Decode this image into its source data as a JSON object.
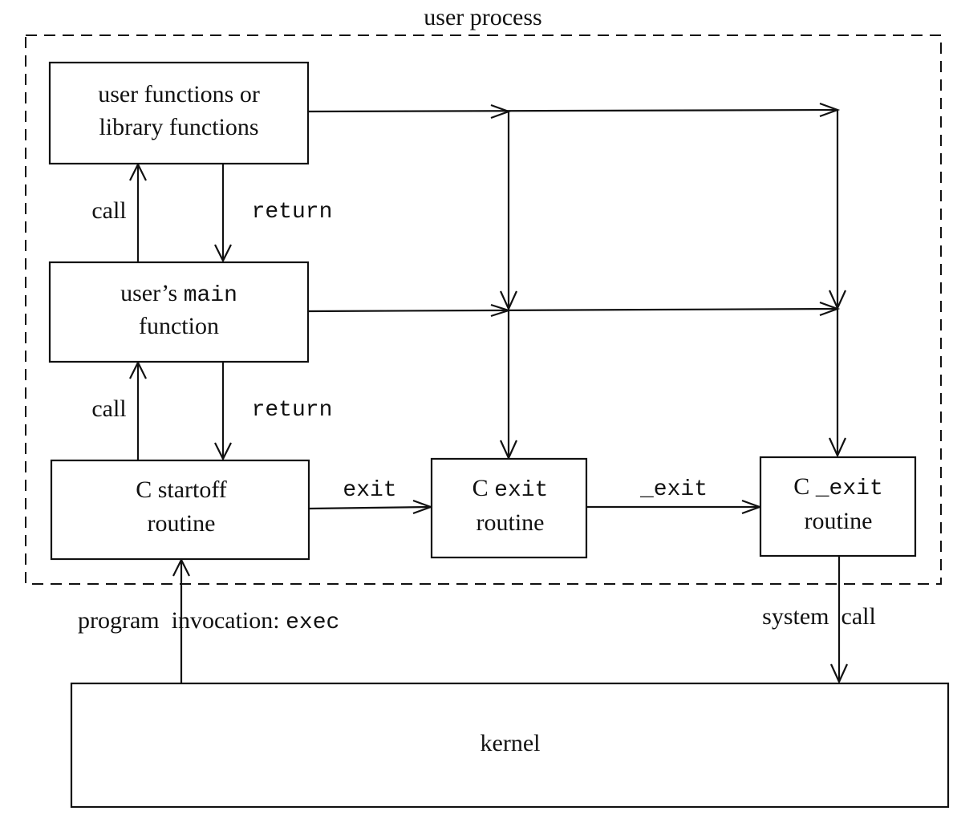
{
  "diagram": {
    "title": "user process",
    "boxes": {
      "user_functions": {
        "line1": "user functions or",
        "line2": "library functions"
      },
      "main_function": {
        "prefix": "user’s ",
        "code": "main",
        "line2": "function"
      },
      "c_startoff": {
        "line1": "C startoff",
        "line2": "routine"
      },
      "c_exit": {
        "prefix": "C ",
        "code": "exit",
        "line2": "routine"
      },
      "c_underscore_exit": {
        "prefix": "C ",
        "code": "_exit",
        "line2": "routine"
      },
      "kernel": {
        "label": "kernel"
      }
    },
    "labels": {
      "call_upper": "call",
      "return_upper": "return",
      "call_lower": "call",
      "return_lower": "return",
      "exit": "exit",
      "underscore_exit": "_exit",
      "program_invocation": "program  invocation: ",
      "program_invocation_code": "exec",
      "system_call": "system  call"
    }
  }
}
